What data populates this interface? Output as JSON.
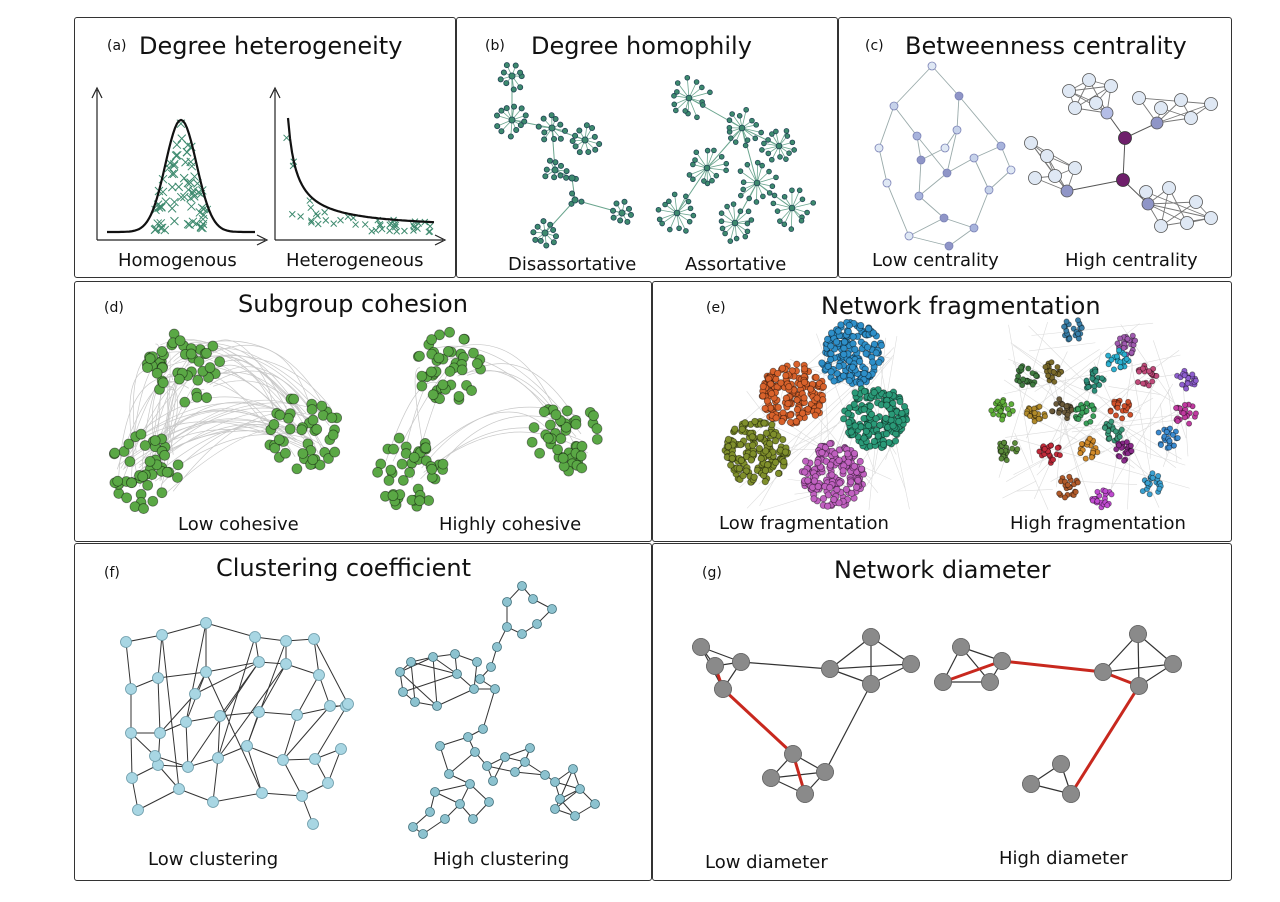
{
  "colors": {
    "green_node": "#3d8a6e",
    "green_cohesion": "#5aa845",
    "light_blue": "#a8d6e3",
    "teal_blue": "#8cc2cf",
    "gray_node": "#8a8a8a",
    "red_path": "#c8281e",
    "purple_hub": "#6e1f6b",
    "lavender": "#8f95c7"
  },
  "panels": {
    "a": {
      "label": "(a)",
      "title": "Degree heterogeneity",
      "captions": [
        "Homogenous",
        "Heterogeneous"
      ]
    },
    "b": {
      "label": "(b)",
      "title": "Degree homophily",
      "captions": [
        "Disassortative",
        "Assortative"
      ]
    },
    "c": {
      "label": "(c)",
      "title": "Betweenness centrality",
      "captions": [
        "Low centrality",
        "High centrality"
      ]
    },
    "d": {
      "label": "(d)",
      "title": "Subgroup cohesion",
      "captions": [
        "Low cohesive",
        "Highly cohesive"
      ]
    },
    "e": {
      "label": "(e)",
      "title": "Network fragmentation",
      "captions": [
        "Low fragmentation",
        "High fragmentation"
      ],
      "low_cluster_colors": [
        "#2e8fc9",
        "#d9622b",
        "#2a9a78",
        "#7f8f2b",
        "#c060c0"
      ],
      "high_cluster_colors": [
        "#3a7fa8",
        "#a05ab0",
        "#3f7a3f",
        "#7a6a2a",
        "#2d8f7a",
        "#c04a7a",
        "#8f5fd0",
        "#5faf3a",
        "#b08a2a",
        "#6a5a3a",
        "#3aa05a",
        "#d0502a",
        "#c03aa0",
        "#5a8a3a",
        "#c02a3a",
        "#d08a2a",
        "#8a2a8a",
        "#3a8ad0",
        "#b05a2a",
        "#c04ad0",
        "#3aa0d0",
        "#2ab0d0",
        "#3a9a7a"
      ]
    },
    "f": {
      "label": "(f)",
      "title": "Clustering coefficient",
      "captions": [
        "Low clustering",
        "High clustering"
      ]
    },
    "g": {
      "label": "(g)",
      "title": "Network diameter",
      "captions": [
        "Low diameter",
        "High diameter"
      ]
    }
  }
}
